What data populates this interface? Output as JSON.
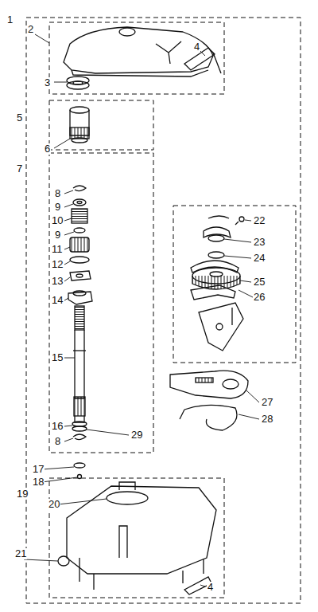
{
  "diagram": {
    "labels": [
      "1",
      "2",
      "3",
      "4",
      "22",
      "5",
      "6",
      "7",
      "8",
      "9",
      "10",
      "9",
      "11",
      "12",
      "13",
      "14",
      "15",
      "16",
      "29",
      "8",
      "17",
      "18",
      "19",
      "20",
      "21",
      "4",
      "23",
      "24",
      "25",
      "26",
      "27",
      "28"
    ]
  }
}
